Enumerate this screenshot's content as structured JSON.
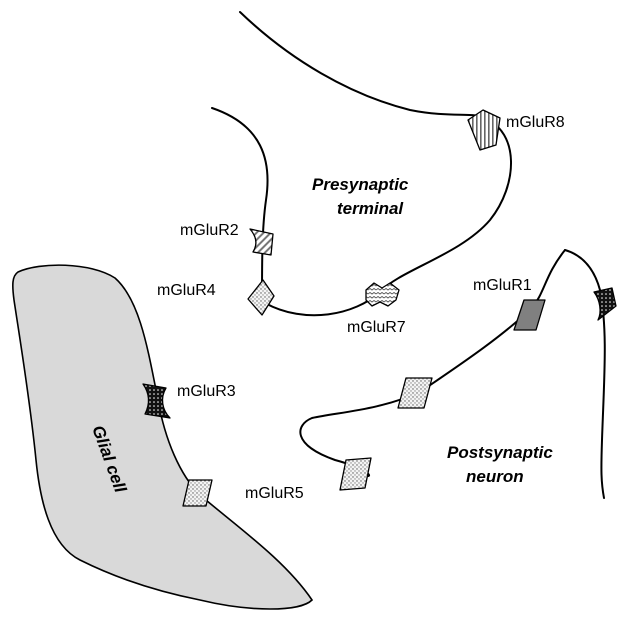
{
  "regions": {
    "presynaptic": [
      "Presynaptic",
      "terminal"
    ],
    "postsynaptic": [
      "Postsynaptic",
      "neuron"
    ],
    "glial": "Glial cell"
  },
  "receptors": {
    "mGluR1": "mGluR1",
    "mGluR2": "mGluR2",
    "mGluR3": "mGluR3",
    "mGluR4": "mGluR4",
    "mGluR5": "mGluR5",
    "mGluR7": "mGluR7",
    "mGluR8": "mGluR8"
  },
  "colors": {
    "glial_fill": "#d9d9d9",
    "mGluR1_fill": "#808080",
    "outline": "#000000"
  }
}
